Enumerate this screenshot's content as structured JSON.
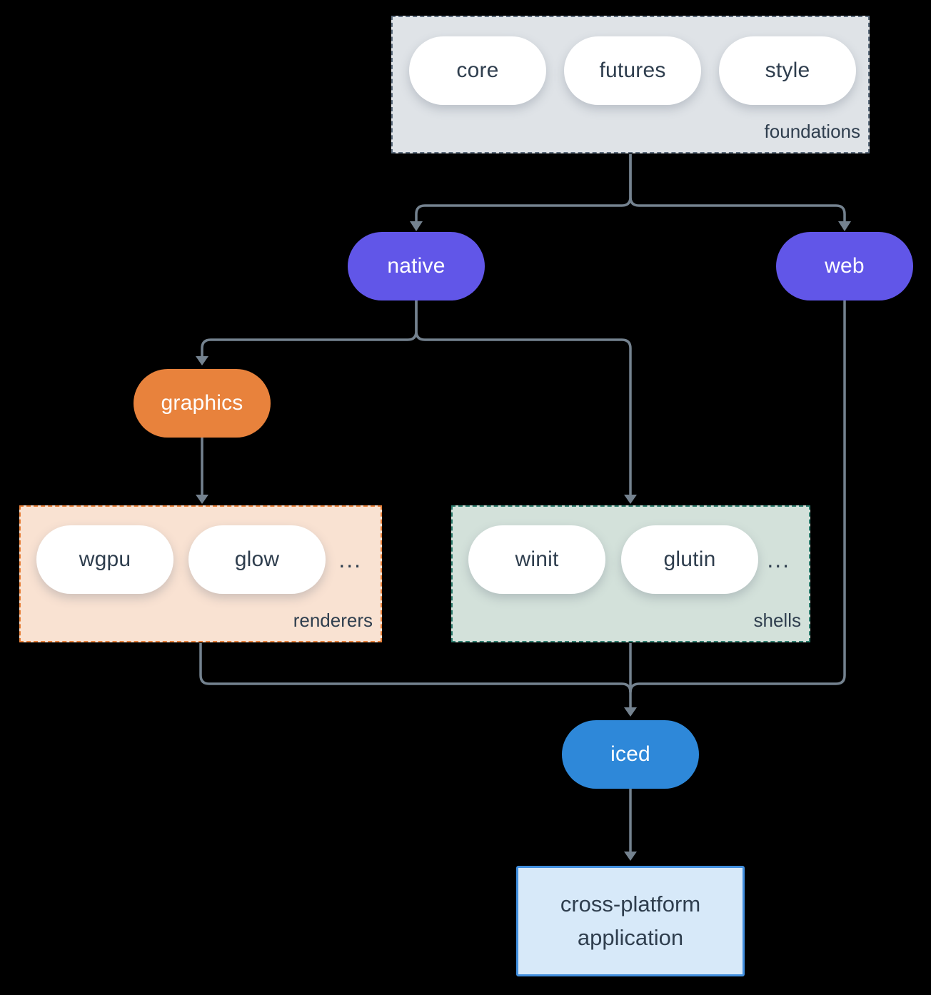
{
  "colors": {
    "background": "#000000",
    "edge": "#74828f",
    "text_dark": "#2f3e4e",
    "pill_white": "#ffffff",
    "node_purple": "#6156e8",
    "node_orange": "#e8823c",
    "node_blue": "#2e88d9",
    "foundations_bg": "#dfe3e7",
    "foundations_border": "#5b6b7c",
    "renderers_bg": "#f9e2d2",
    "renderers_border": "#e8813a",
    "shells_bg": "#d3e1da",
    "shells_border": "#2e7d6e",
    "app_bg": "#d7e9f9",
    "app_border": "#418fdf"
  },
  "groups": {
    "foundations": {
      "label": "foundations",
      "items": [
        "core",
        "futures",
        "style"
      ]
    },
    "renderers": {
      "label": "renderers",
      "items": [
        "wgpu",
        "glow"
      ],
      "ellipsis": "..."
    },
    "shells": {
      "label": "shells",
      "items": [
        "winit",
        "glutin"
      ],
      "ellipsis": "..."
    }
  },
  "nodes": {
    "native": "native",
    "web": "web",
    "graphics": "graphics",
    "iced": "iced",
    "application": "cross-platform application"
  }
}
